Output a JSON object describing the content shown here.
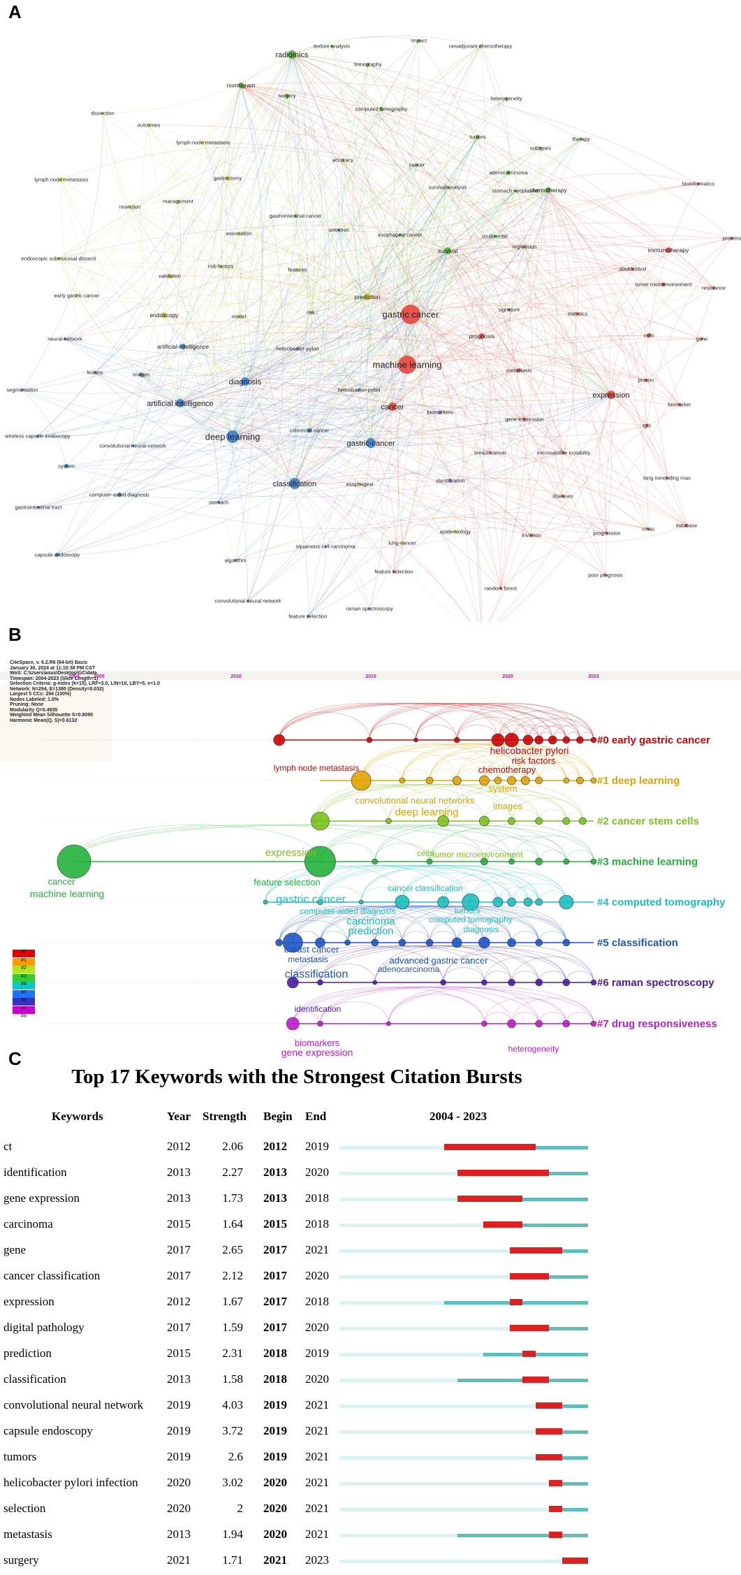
{
  "panels": {
    "a": "A",
    "b": "B",
    "c": "C"
  },
  "colors": {
    "red": "#e8453c",
    "green": "#4caf32",
    "blue": "#3b7fcc",
    "yellow": "#c9c22a",
    "purple": "#b77fd6"
  },
  "network": {
    "nodes": [
      {
        "label": "radiomics",
        "c": "green",
        "s": 6
      },
      {
        "label": "texture analysis",
        "c": "green",
        "s": 2
      },
      {
        "label": "impact",
        "c": "green",
        "s": 2
      },
      {
        "label": "neoadjuvant chemotherapy",
        "c": "green",
        "s": 2
      },
      {
        "label": "tomography",
        "c": "green",
        "s": 2
      },
      {
        "label": "nomogram",
        "c": "green",
        "s": 4
      },
      {
        "label": "surgery",
        "c": "green",
        "s": 3
      },
      {
        "label": "heterogeneity",
        "c": "green",
        "s": 2
      },
      {
        "label": "computed tomography",
        "c": "green",
        "s": 3
      },
      {
        "label": "dissection",
        "c": "yellow",
        "s": 2
      },
      {
        "label": "outcomes",
        "c": "yellow",
        "s": 2
      },
      {
        "label": "therapy",
        "c": "green",
        "s": 2
      },
      {
        "label": "tumors",
        "c": "green",
        "s": 3
      },
      {
        "label": "lymph-node metastasis",
        "c": "yellow",
        "s": 2
      },
      {
        "label": "subtypes",
        "c": "green",
        "s": 2
      },
      {
        "label": "accuracy",
        "c": "green",
        "s": 2
      },
      {
        "label": "cancer",
        "c": "green",
        "s": 2
      },
      {
        "label": "adenocarcinoma",
        "c": "green",
        "s": 3
      },
      {
        "label": "gastrectomy",
        "c": "yellow",
        "s": 3
      },
      {
        "label": "lymph node metastasis",
        "c": "yellow",
        "s": 3
      },
      {
        "label": "stomach neoplasms",
        "c": "green",
        "s": 2
      },
      {
        "label": "survival analysis",
        "c": "green",
        "s": 2
      },
      {
        "label": "chemotherapy",
        "c": "green",
        "s": 4
      },
      {
        "label": "bioinformatics",
        "c": "red",
        "s": 2
      },
      {
        "label": "management",
        "c": "yellow",
        "s": 2
      },
      {
        "label": "resection",
        "c": "yellow",
        "s": 2
      },
      {
        "label": "gastrointestinal cancer",
        "c": "green",
        "s": 2
      },
      {
        "label": "selection",
        "c": "blue",
        "s": 2
      },
      {
        "label": "association",
        "c": "yellow",
        "s": 2
      },
      {
        "label": "esophageal cancer",
        "c": "green",
        "s": 2
      },
      {
        "label": "multicenter",
        "c": "green",
        "s": 2
      },
      {
        "label": "regression",
        "c": "green",
        "s": 2
      },
      {
        "label": "proteins",
        "c": "red",
        "s": 2
      },
      {
        "label": "immunotherapy",
        "c": "red",
        "s": 4
      },
      {
        "label": "endoscopic submucosal dissecti",
        "c": "yellow",
        "s": 2
      },
      {
        "label": "survival",
        "c": "green",
        "s": 5
      },
      {
        "label": "doubleblind",
        "c": "red",
        "s": 2
      },
      {
        "label": "risk-factors",
        "c": "yellow",
        "s": 2
      },
      {
        "label": "features",
        "c": "yellow",
        "s": 2
      },
      {
        "label": "validation",
        "c": "yellow",
        "s": 3
      },
      {
        "label": "tumor microenvironment",
        "c": "red",
        "s": 3
      },
      {
        "label": "resistance",
        "c": "red",
        "s": 2
      },
      {
        "label": "early gastric cancer",
        "c": "yellow",
        "s": 2
      },
      {
        "label": "prediction",
        "c": "yellow",
        "s": 5
      },
      {
        "label": "gastric cancer",
        "c": "red",
        "s": 14
      },
      {
        "label": "signature",
        "c": "red",
        "s": 2
      },
      {
        "label": "statistics",
        "c": "red",
        "s": 2
      },
      {
        "label": "endoscopy",
        "c": "yellow",
        "s": 4
      },
      {
        "label": "model",
        "c": "yellow",
        "s": 2
      },
      {
        "label": "risk",
        "c": "yellow",
        "s": 2
      },
      {
        "label": "neural-network",
        "c": "blue",
        "s": 2
      },
      {
        "label": "artificial-intelligence",
        "c": "blue",
        "s": 4
      },
      {
        "label": "cells",
        "c": "red",
        "s": 3
      },
      {
        "label": "prognosis",
        "c": "red",
        "s": 4
      },
      {
        "label": "gene",
        "c": "red",
        "s": 2
      },
      {
        "label": "helicobacter-pylori",
        "c": "blue",
        "s": 2
      },
      {
        "label": "machine learning",
        "c": "red",
        "s": 13
      },
      {
        "label": "lesions",
        "c": "blue",
        "s": 2
      },
      {
        "label": "images",
        "c": "blue",
        "s": 3
      },
      {
        "label": "metastasis",
        "c": "red",
        "s": 3
      },
      {
        "label": "protein",
        "c": "red",
        "s": 2
      },
      {
        "label": "diagnosis",
        "c": "blue",
        "s": 6
      },
      {
        "label": "helicobacter-pylori",
        "c": "blue",
        "s": 2
      },
      {
        "label": "segmentation",
        "c": "blue",
        "s": 2
      },
      {
        "label": "artificial intelligence",
        "c": "blue",
        "s": 6
      },
      {
        "label": "expression",
        "c": "red",
        "s": 6
      },
      {
        "label": "biomarker",
        "c": "red",
        "s": 2
      },
      {
        "label": "cancer",
        "c": "red",
        "s": 6
      },
      {
        "label": "biomarkers",
        "c": "purple",
        "s": 3
      },
      {
        "label": "gene-expression",
        "c": "red",
        "s": 2
      },
      {
        "label": "colorectal cancer",
        "c": "blue",
        "s": 3
      },
      {
        "label": "wireless capsule endoscopy",
        "c": "blue",
        "s": 2
      },
      {
        "label": "deep learning",
        "c": "blue",
        "s": 9
      },
      {
        "label": "gastric-cancer",
        "c": "blue",
        "s": 7
      },
      {
        "label": "tgfs",
        "c": "red",
        "s": 2
      },
      {
        "label": "convolutional neural-network",
        "c": "blue",
        "s": 2
      },
      {
        "label": "breast-cancer",
        "c": "red",
        "s": 2
      },
      {
        "label": "microsatellite instability",
        "c": "red",
        "s": 2
      },
      {
        "label": "system",
        "c": "blue",
        "s": 3
      },
      {
        "label": "identification",
        "c": "purple",
        "s": 3
      },
      {
        "label": "long noncoding rnas",
        "c": "red",
        "s": 2
      },
      {
        "label": "classification",
        "c": "blue",
        "s": 8
      },
      {
        "label": "esophageal",
        "c": "yellow",
        "s": 2
      },
      {
        "label": "computer-aided diagnosis",
        "c": "blue",
        "s": 3
      },
      {
        "label": "diseases",
        "c": "red",
        "s": 2
      },
      {
        "label": "stomach",
        "c": "blue",
        "s": 2
      },
      {
        "label": "gastrointestinal tract",
        "c": "blue",
        "s": 2
      },
      {
        "label": "epidemiology",
        "c": "yellow",
        "s": 2
      },
      {
        "label": "invasion",
        "c": "red",
        "s": 2
      },
      {
        "label": "progression",
        "c": "red",
        "s": 2
      },
      {
        "label": "database",
        "c": "red",
        "s": 2
      },
      {
        "label": "lung-cancer",
        "c": "yellow",
        "s": 2
      },
      {
        "label": "crnas",
        "c": "red",
        "s": 2
      },
      {
        "label": "capsule endoscopy",
        "c": "blue",
        "s": 3
      },
      {
        "label": "squamous-cell carcinoma",
        "c": "purple",
        "s": 2
      },
      {
        "label": "algorithm",
        "c": "blue",
        "s": 2
      },
      {
        "label": "feature selection",
        "c": "red",
        "s": 2
      },
      {
        "label": "poor prognosis",
        "c": "red",
        "s": 2
      },
      {
        "label": "random forest",
        "c": "red",
        "s": 2
      },
      {
        "label": "convolutional neural network",
        "c": "blue",
        "s": 2
      },
      {
        "label": "raman spectroscopy",
        "c": "purple",
        "s": 2
      },
      {
        "label": "feature selection",
        "c": "blue",
        "s": 2
      },
      {
        "label": "gene expression",
        "c": "red",
        "s": 2
      }
    ]
  },
  "citespace": {
    "meta": [
      "CiteSpace, v. 6.2.R6 (64-bit) Basic",
      "January 30, 2024 at 11:10:38 PM CST",
      "WoS: C:\\Users\\asus\\Desktop\\GC\\data",
      "Timespan: 2004-2023 (Slice Length=1)",
      "Selection Criteria: g-index (k=15), LRF=3.0, L/N=10, LBY=5, e=1.0",
      "Network: N=294, E=1380 (Density=0.032)",
      "Largest 5 CCs: 294 (100%)",
      "Nodes Labeled: 1.0%",
      "Pruning: None",
      "Modularity Q=0.4935",
      "Weighted Mean Silhouette S=0.8095",
      "Harmonic Mean(Q, S)=0.6132"
    ],
    "years": [
      "2004",
      "2005",
      "2010",
      "2015",
      "2020",
      "2023"
    ],
    "clusters": [
      {
        "label": "#0 early gastric cancer",
        "color": "#d40000"
      },
      {
        "label": "#1 deep learning",
        "color": "#e0a300"
      },
      {
        "label": "#2 cancer stem cells",
        "color": "#7bc21a"
      },
      {
        "label": "#3 machine learning",
        "color": "#23b23b"
      },
      {
        "label": "#4 computed tomography",
        "color": "#19bfbf"
      },
      {
        "label": "#5 classification",
        "color": "#1c54c8"
      },
      {
        "label": "#6 raman spectroscopy",
        "color": "#4b1aa8"
      },
      {
        "label": "#7 drug responsiveness",
        "color": "#c21ad1"
      }
    ],
    "node_labels": [
      {
        "text": "helicobacter pylori",
        "color": "#d40000"
      },
      {
        "text": "risk factors",
        "color": "#d40000"
      },
      {
        "text": "lymph node metastasis",
        "color": "#d40000"
      },
      {
        "text": "chemotherapy",
        "color": "#d40000"
      },
      {
        "text": "system",
        "color": "#e0a300"
      },
      {
        "text": "convolutional neural networks",
        "color": "#e0a300"
      },
      {
        "text": "images",
        "color": "#e0a300"
      },
      {
        "text": "deep learning",
        "color": "#e0a300"
      },
      {
        "text": "expression",
        "color": "#7bc21a"
      },
      {
        "text": "cells",
        "color": "#7bc21a"
      },
      {
        "text": "tumor microenvironment",
        "color": "#7bc21a"
      },
      {
        "text": "cancer",
        "color": "#23b23b"
      },
      {
        "text": "machine learning",
        "color": "#23b23b"
      },
      {
        "text": "feature selection",
        "color": "#23b23b"
      },
      {
        "text": "cancer classification",
        "color": "#19bfbf"
      },
      {
        "text": "gastric cancer",
        "color": "#19bfbf"
      },
      {
        "text": "computer-aided diagnosis",
        "color": "#19bfbf"
      },
      {
        "text": "tumors",
        "color": "#19bfbf"
      },
      {
        "text": "carcinoma",
        "color": "#19bfbf"
      },
      {
        "text": "computed tomography",
        "color": "#19bfbf"
      },
      {
        "text": "prediction",
        "color": "#19bfbf"
      },
      {
        "text": "diagnosis",
        "color": "#19bfbf"
      },
      {
        "text": "breast cancer",
        "color": "#1c54c8"
      },
      {
        "text": "metastasis",
        "color": "#1c54c8"
      },
      {
        "text": "advanced gastric cancer",
        "color": "#1c54c8"
      },
      {
        "text": "adenocarcinoma",
        "color": "#1c54c8"
      },
      {
        "text": "classification",
        "color": "#1c54c8"
      },
      {
        "text": "identification",
        "color": "#4b1aa8"
      },
      {
        "text": "biomarkers",
        "color": "#c21ad1"
      },
      {
        "text": "gene expression",
        "color": "#c21ad1"
      },
      {
        "text": "heterogeneity",
        "color": "#c21ad1"
      }
    ],
    "legend": [
      "#0",
      "#1",
      "#2",
      "#3",
      "#4",
      "#5",
      "#6",
      "#7",
      "#8"
    ],
    "legend_colors": [
      "#e60000",
      "#ff9900",
      "#b5e61d",
      "#33cc33",
      "#00cccc",
      "#1a75ff",
      "#3333cc",
      "#cc00cc",
      "#ffffff"
    ]
  },
  "bursts": {
    "title": "Top 17 Keywords with the Strongest Citation Bursts",
    "headers": {
      "keywords": "Keywords",
      "year": "Year",
      "strength": "Strength",
      "begin": "Begin",
      "end": "End",
      "range": "2004 - 2023"
    },
    "range_start": 2004,
    "range_end": 2023,
    "rows": [
      {
        "kw": "ct",
        "year": "2012",
        "strength": "2.06",
        "begin": "2012",
        "end": "2019"
      },
      {
        "kw": "identification",
        "year": "2013",
        "strength": "2.27",
        "begin": "2013",
        "end": "2020"
      },
      {
        "kw": "gene expression",
        "year": "2013",
        "strength": "1.73",
        "begin": "2013",
        "end": "2018"
      },
      {
        "kw": "carcinoma",
        "year": "2015",
        "strength": "1.64",
        "begin": "2015",
        "end": "2018"
      },
      {
        "kw": "gene",
        "year": "2017",
        "strength": "2.65",
        "begin": "2017",
        "end": "2021"
      },
      {
        "kw": "cancer classification",
        "year": "2017",
        "strength": "2.12",
        "begin": "2017",
        "end": "2020"
      },
      {
        "kw": "expression",
        "year": "2012",
        "strength": "1.67",
        "begin": "2017",
        "end": "2018"
      },
      {
        "kw": "digital pathology",
        "year": "2017",
        "strength": "1.59",
        "begin": "2017",
        "end": "2020"
      },
      {
        "kw": "prediction",
        "year": "2015",
        "strength": "2.31",
        "begin": "2018",
        "end": "2019"
      },
      {
        "kw": "classification",
        "year": "2013",
        "strength": "1.58",
        "begin": "2018",
        "end": "2020"
      },
      {
        "kw": "convolutional neural network",
        "year": "2019",
        "strength": "4.03",
        "begin": "2019",
        "end": "2021"
      },
      {
        "kw": "capsule endoscopy",
        "year": "2019",
        "strength": "3.72",
        "begin": "2019",
        "end": "2021"
      },
      {
        "kw": "tumors",
        "year": "2019",
        "strength": "2.6",
        "begin": "2019",
        "end": "2021"
      },
      {
        "kw": "helicobacter pylori infection",
        "year": "2020",
        "strength": "3.02",
        "begin": "2020",
        "end": "2021"
      },
      {
        "kw": "selection",
        "year": "2020",
        "strength": "2",
        "begin": "2020",
        "end": "2021"
      },
      {
        "kw": "metastasis",
        "year": "2013",
        "strength": "1.94",
        "begin": "2020",
        "end": "2021"
      },
      {
        "kw": "surgery",
        "year": "2021",
        "strength": "1.71",
        "begin": "2021",
        "end": "2023"
      }
    ]
  }
}
